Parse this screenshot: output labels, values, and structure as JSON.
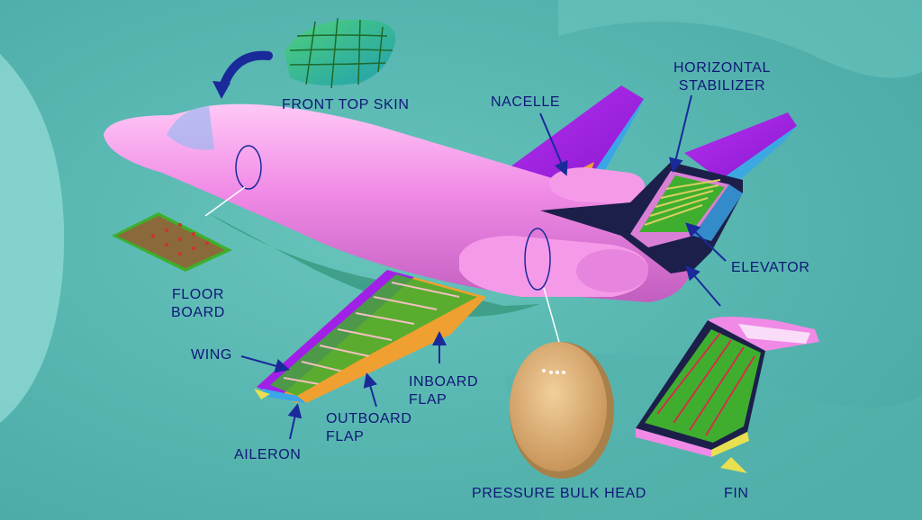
{
  "labels": {
    "front_top_skin": "FRONT TOP SKIN",
    "nacelle": "NACELLE",
    "horizontal_stabilizer_line1": "HORIZONTAL",
    "horizontal_stabilizer_line2": "STABILIZER",
    "elevator": "ELEVATOR",
    "floor_board_line1": "FLOOR",
    "floor_board_line2": "BOARD",
    "wing": "WING",
    "inboard_flap_line1": "INBOARD",
    "inboard_flap_line2": "FLAP",
    "outboard_flap_line1": "OUTBOARD",
    "outboard_flap_line2": "FLAP",
    "aileron": "AILERON",
    "pressure_bulk_head": "PRESSURE BULK HEAD",
    "fin": "FIN"
  },
  "colors": {
    "background": "#5fbcb4",
    "fuselage": "#f08ae6",
    "fuselage_shade": "#c960c4",
    "wing_top": "#a020e8",
    "tail_dark": "#1c1f4a",
    "flap": "#f0a030",
    "aileron": "#3aa6e8",
    "spar_green": "#3fae2e",
    "rib_red": "#d0304a",
    "bulkhead": "#d9b07a",
    "floorboard": "#8a6a3a",
    "label_text": "#101878",
    "pointer": "#1a2a9a"
  }
}
